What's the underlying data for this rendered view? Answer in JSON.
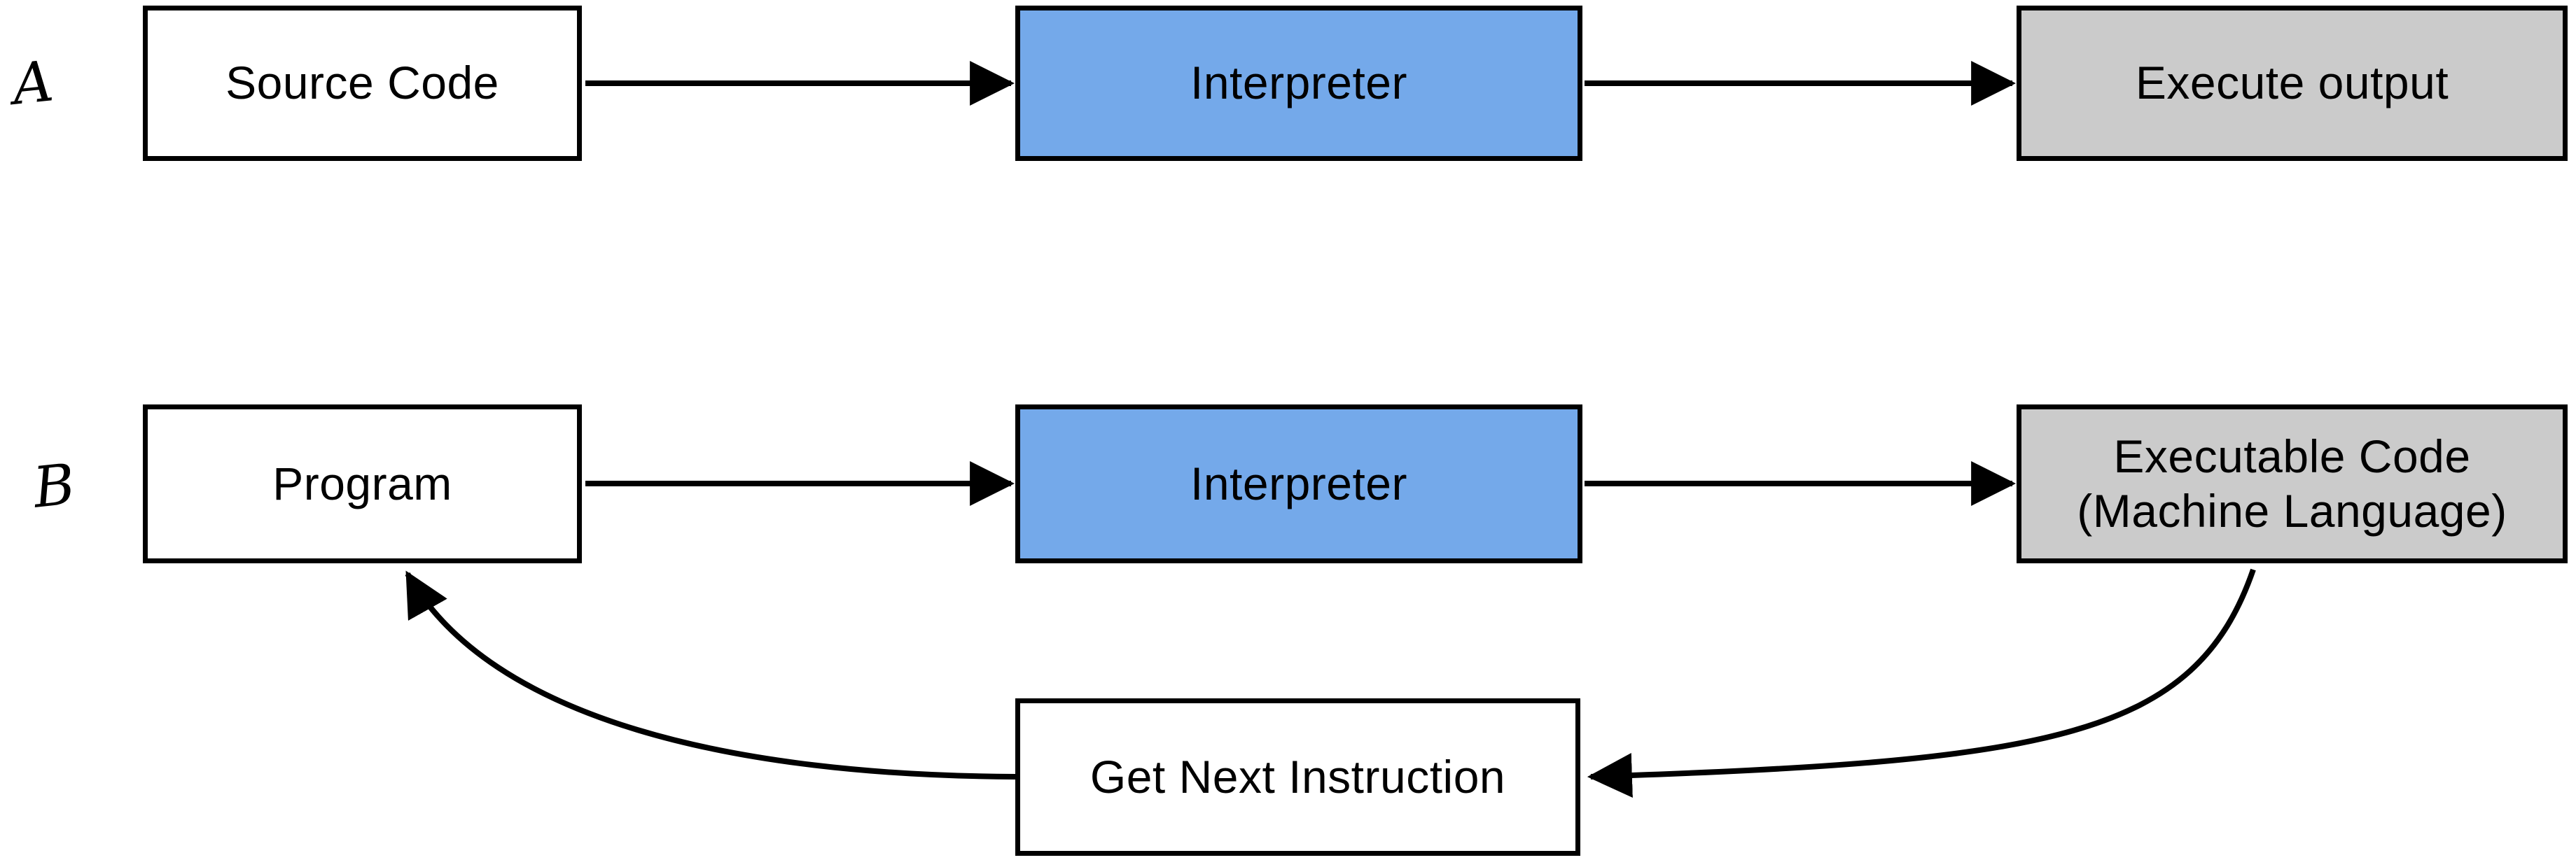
{
  "colors": {
    "page_bg": "#FFFFFF",
    "interpreter_fill": "#74A9EA",
    "output_fill": "#CBCBCB",
    "plain_fill": "#FFFFFF",
    "line_color": "#000000",
    "text_color": "#000000"
  },
  "labels": {
    "row_a": "A",
    "row_b": "B"
  },
  "nodes": {
    "source_code": {
      "text": "Source Code"
    },
    "interpreter_a": {
      "text": "Interpreter"
    },
    "execute_output": {
      "text": "Execute output"
    },
    "program": {
      "text": "Program"
    },
    "interpreter_b": {
      "text": "Interpreter"
    },
    "executable_code": {
      "line1": "Executable Code",
      "line2": "(Machine Language)"
    },
    "get_next_instruction": {
      "text": "Get Next Instruction"
    }
  }
}
